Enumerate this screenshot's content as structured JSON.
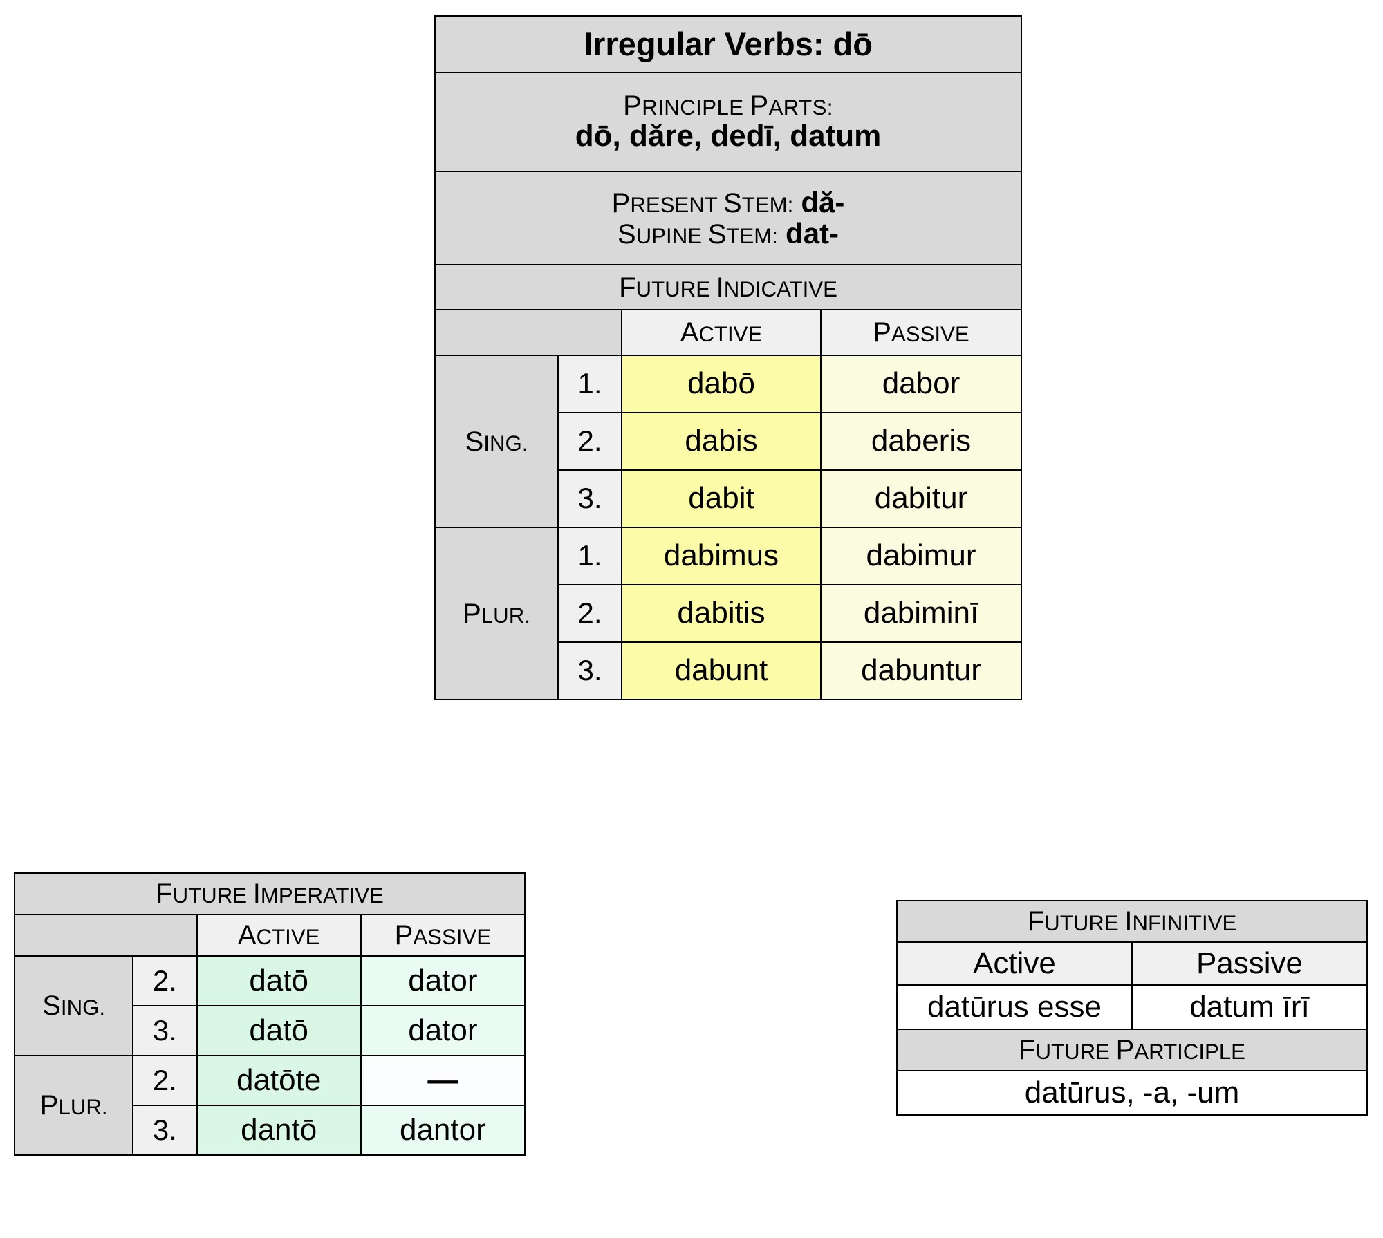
{
  "main_chart": {
    "title": "Irregular Verbs: dō",
    "principle_parts_label": "Principle Parts:",
    "principle_parts": "dō, dăre, dedī, datum",
    "present_stem_label": "Present Stem:",
    "present_stem": "dă-",
    "supine_stem_label": "Supine Stem:",
    "supine_stem": "dat-",
    "mood_header": "Future Indicative",
    "col_active": "Active",
    "col_passive": "Passive",
    "sing_label": "Sing.",
    "plur_label": "Plur.",
    "numbers": [
      "1.",
      "2.",
      "3."
    ],
    "singular": {
      "active": [
        "dabō",
        "dabis",
        "dabit"
      ],
      "passive": [
        "dabor",
        "daberis",
        "dabitur"
      ]
    },
    "plural": {
      "active": [
        "dabimus",
        "dabitis",
        "dabunt"
      ],
      "passive": [
        "dabimur",
        "dabiminī",
        "dabuntur"
      ]
    }
  },
  "imperative_chart": {
    "mood_header": "Future Imperative",
    "col_active": "Active",
    "col_passive": "Passive",
    "sing_label": "Sing.",
    "plur_label": "Plur.",
    "numbers": [
      "2.",
      "3."
    ],
    "singular": {
      "active": [
        "datō",
        "datō"
      ],
      "passive": [
        "dator",
        "dator"
      ]
    },
    "plural": {
      "active": [
        "datōte",
        "dantō"
      ],
      "passive": [
        "—",
        "dantor"
      ]
    }
  },
  "infinitive_chart": {
    "infinitive_header": "Future Infinitive",
    "col_active": "Active",
    "col_passive": "Passive",
    "infinitive_active": "datūrus esse",
    "infinitive_passive": "datum īrī",
    "participle_header": "Future Participle",
    "participle": "datūrus, -a, -um"
  },
  "colors": {
    "header_gray": "#d9d9d9",
    "subheader_gray": "#f0f0f0",
    "active_yellow": "#fbfba8",
    "passive_yellow": "#fafbdf",
    "active_green": "#d9f7e4",
    "passive_green": "#e9fbf2",
    "border": "#000000"
  }
}
